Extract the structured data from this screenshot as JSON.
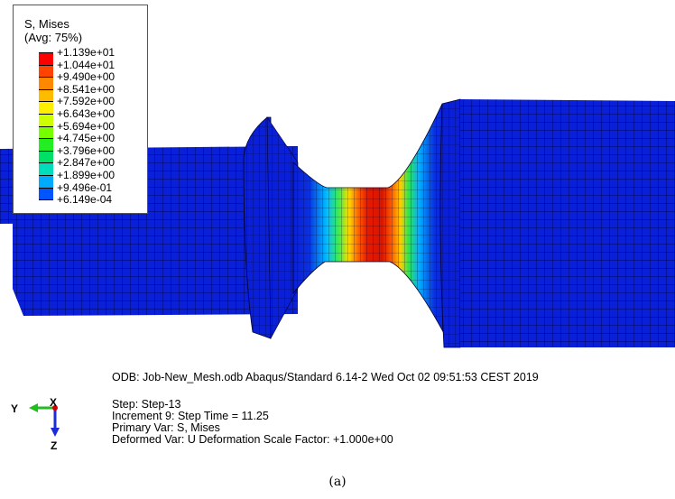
{
  "legend": {
    "title_line1": "S, Mises",
    "title_line2": "(Avg: 75%)",
    "labels": [
      "+1.139e+01",
      "+1.044e+01",
      "+9.490e+00",
      "+8.541e+00",
      "+7.592e+00",
      "+6.643e+00",
      "+5.694e+00",
      "+4.745e+00",
      "+3.796e+00",
      "+2.847e+00",
      "+1.899e+00",
      "+9.496e-01",
      "+6.149e-04"
    ],
    "colors": [
      "#ff0000",
      "#ff4400",
      "#ff8800",
      "#ffbb00",
      "#ffee00",
      "#ccff00",
      "#77ff00",
      "#22ee22",
      "#00e066",
      "#00ddbb",
      "#00aaff",
      "#0055ff",
      "#0000ff"
    ]
  },
  "info": {
    "line1": "ODB: Job-New_Mesh.odb    Abaqus/Standard 6.14-2    Wed Oct 02 09:51:53 CEST 2019",
    "line2": "Step: Step-13",
    "line3": "Increment      9: Step Time =     11.25",
    "line4": "Primary Var: S, Mises",
    "line5": "Deformed Var: U   Deformation Scale Factor: +1.000e+00"
  },
  "triad": {
    "y_label": "Y",
    "x_label": "X",
    "z_label": "Z"
  },
  "caption": "(a)",
  "colors": {
    "mesh_blue": "#0a1fd8",
    "mesh_line": "#000033"
  }
}
